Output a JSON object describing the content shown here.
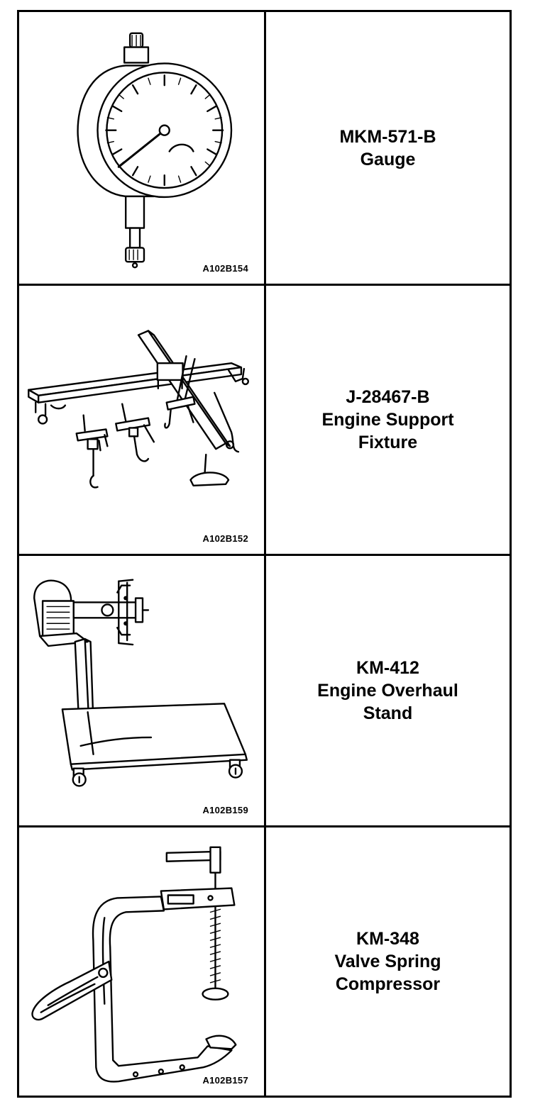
{
  "tools": [
    {
      "number": "MKM-571-B",
      "name_lines": [
        "Gauge"
      ],
      "figure_id": "A102B154",
      "illustration": "dial-gauge-icon"
    },
    {
      "number": "J-28467-B",
      "name_lines": [
        "Engine Support",
        "Fixture"
      ],
      "figure_id": "A102B152",
      "illustration": "engine-support-fixture-icon"
    },
    {
      "number": "KM-412",
      "name_lines": [
        "Engine Overhaul",
        "Stand"
      ],
      "figure_id": "A102B159",
      "illustration": "engine-overhaul-stand-icon"
    },
    {
      "number": "KM-348",
      "name_lines": [
        "Valve Spring",
        "Compressor"
      ],
      "figure_id": "A102B157",
      "illustration": "valve-spring-compressor-icon"
    }
  ]
}
